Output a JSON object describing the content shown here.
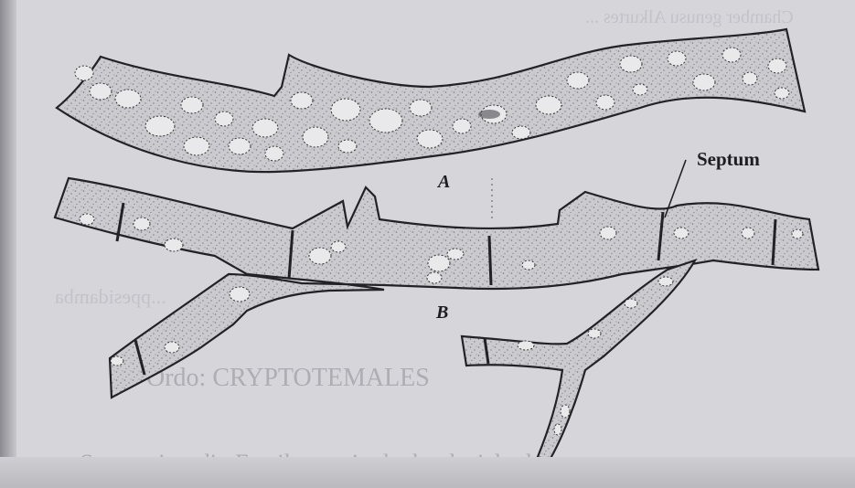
{
  "figure": {
    "labels": {
      "hypha_a": "A",
      "hypha_b": "B",
      "septum": "Septum"
    }
  },
  "bleed_through": {
    "top_right": "Chamber genusu Alkurtes ...",
    "left_mid": "...ppesidamba",
    "center": "Ordo: CRYPTOTEMALES",
    "bottom": "ır. Septum incedir. Familyaya ait olanlar denizlerde yaşar"
  },
  "colors": {
    "page": "#d6d6da",
    "ink": "#2a2a2e",
    "hypha_fill": "#cacacf"
  }
}
